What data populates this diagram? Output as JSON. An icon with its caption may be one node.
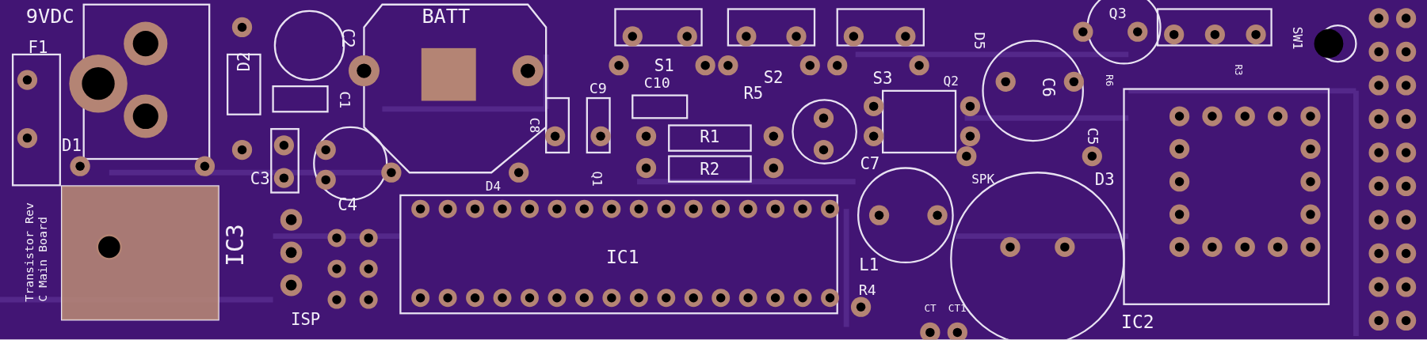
{
  "diagram": {
    "labels": [
      "9VDC",
      "F1",
      "D2",
      "C2",
      "BATT",
      "S1",
      "S2",
      "S3",
      "D5",
      "Q3",
      "SW1",
      "C1",
      "D1",
      "C3",
      "C4",
      "IC3",
      "ISP",
      "C8",
      "C9",
      "C10",
      "R5",
      "R1",
      "R2",
      "Q1",
      "D4",
      "IC1",
      "Q2",
      "C6",
      "C7",
      "SPK",
      "C5",
      "D3",
      "R6",
      "R3",
      "L1",
      "R4",
      "CT",
      "CT1",
      "IC2",
      "Transistor Rev C Main Board"
    ]
  }
}
